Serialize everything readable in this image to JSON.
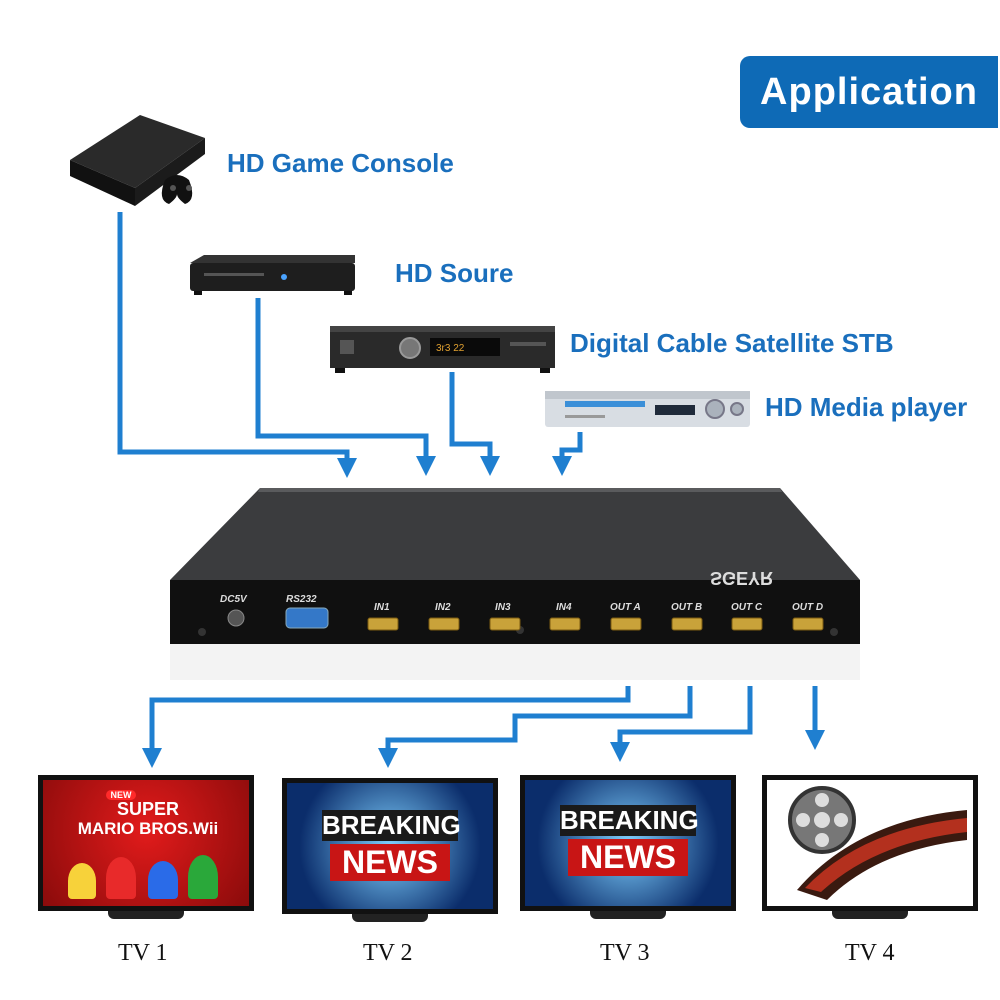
{
  "badge": {
    "label": "Application"
  },
  "sources": [
    {
      "label": "HD Game Console"
    },
    {
      "label": "HD Soure"
    },
    {
      "label": "Digital Cable  Satellite STB"
    },
    {
      "label": "HD Media player"
    }
  ],
  "device": {
    "brand": "SGEYR",
    "ports": [
      "DC5V",
      "RS232",
      "IN1",
      "IN2",
      "IN3",
      "IN4",
      "OUT A",
      "OUT B",
      "OUT C",
      "OUT D"
    ]
  },
  "receiver_display": "3r3 22",
  "tv1": {
    "new_tag": "NEW",
    "line1": "SUPER",
    "line2": "MARIO BROS.Wii"
  },
  "news": {
    "line1": "BREAKING",
    "line2": "NEWS"
  },
  "tvs": [
    {
      "label": "TV 1"
    },
    {
      "label": "TV 2"
    },
    {
      "label": "TV 3"
    },
    {
      "label": "TV 4"
    }
  ],
  "colors": {
    "accent": "#0e6ab6",
    "label": "#1a6fbd",
    "arrow": "#1f7fd0"
  }
}
